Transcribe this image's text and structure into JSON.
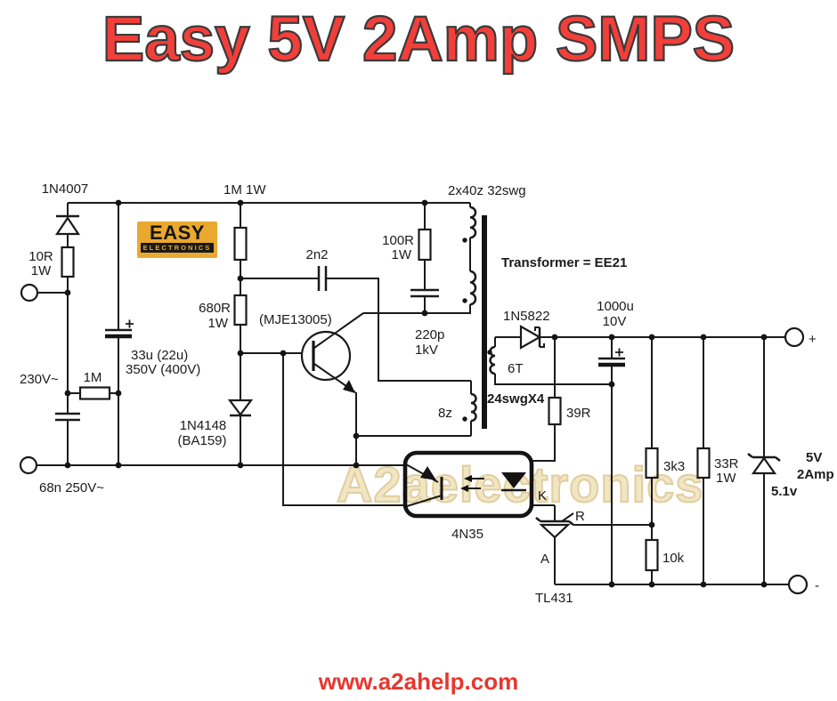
{
  "title": "Easy 5V 2Amp SMPS",
  "footer": "www.a2ahelp.com",
  "watermark": "A2aelectronics",
  "logo": {
    "line1": "EASY",
    "line2": "ELECTRONICS"
  },
  "colors": {
    "title_red": "#f23f3a",
    "footer_red": "#e6372f",
    "logo_yellow": "#e9a930",
    "watermark_tan": "#efe2ba",
    "wire_black": "#1a1a1a"
  },
  "labels": {
    "d1": "1N4007",
    "r1_val": "10R",
    "r1_pw": "1W",
    "mains": "230V~",
    "r2": "1M",
    "c1_val": "33u (22u)",
    "c1_volt": "350V (400V)",
    "c2": "68n 250V~",
    "r3": "1M 1W",
    "r4_val": "680R",
    "r4_pw": "1W",
    "q1": "(MJE13005)",
    "d3": "1N4148",
    "d3_alt": "(BA159)",
    "c3": "2n2",
    "r5_val": "100R",
    "r5_pw": "1W",
    "c4_val": "220p",
    "c4_volt": "1kV",
    "primary_winding": "2x40z  32swg",
    "transformer": "Transformer = EE21",
    "d2": "1N5822",
    "c5_val": "1000u",
    "c5_volt": "10V",
    "sec_turns": "6T",
    "sec_wire": "24swgX4",
    "aux_turns": "8z",
    "r6": "39R",
    "opto": "4N35",
    "r7": "3k3",
    "r8_val": "33R",
    "r8_pw": "1W",
    "zener": "5.1v",
    "out_v": "5V",
    "out_i": "2Amp",
    "pin_k": "K",
    "pin_r": "R",
    "pin_a": "A",
    "u2": "TL431",
    "r9": "10k",
    "plus": "+",
    "minus": "-"
  }
}
